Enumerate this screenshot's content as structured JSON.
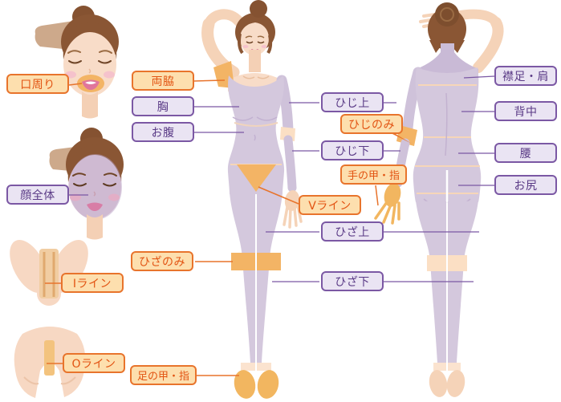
{
  "diagram": {
    "name": "body-hair-removal-areas-diagram",
    "figures": [
      "face-front-mouth-illustration",
      "face-front-whole-illustration",
      "i-line-illustration",
      "o-line-illustration",
      "body-front-illustration",
      "body-back-illustration"
    ]
  },
  "colors": {
    "label_orange_border": "#e8742c",
    "label_orange_fill": "#fddfae",
    "label_orange_text": "#e25312",
    "label_purple_border": "#7b58a4",
    "label_purple_fill": "#eae4f3",
    "label_purple_text": "#5a3a86",
    "skin": "#f8dcc8",
    "body_purple": "#d4c8dd",
    "highlight_orange": "#f3b465",
    "hair_brown": "#8a5634"
  },
  "labels": {
    "mouth_area": {
      "text": "口周り",
      "style": "orange"
    },
    "whole_face": {
      "text": "顔全体",
      "style": "purple"
    },
    "i_line": {
      "text": "Iライン",
      "style": "orange"
    },
    "o_line": {
      "text": "Oライン",
      "style": "orange"
    },
    "both_armpits": {
      "text": "両脇",
      "style": "orange"
    },
    "chest": {
      "text": "胸",
      "style": "purple"
    },
    "belly": {
      "text": "お腹",
      "style": "purple"
    },
    "above_elbow": {
      "text": "ひじ上",
      "style": "purple"
    },
    "elbow_only": {
      "text": "ひじのみ",
      "style": "orange"
    },
    "below_elbow": {
      "text": "ひじ下",
      "style": "purple"
    },
    "hand_fingers": {
      "text": "手の甲・指",
      "style": "orange"
    },
    "v_line": {
      "text": "Vライン",
      "style": "orange"
    },
    "above_knee": {
      "text": "ひざ上",
      "style": "purple"
    },
    "knee_only": {
      "text": "ひざのみ",
      "style": "orange"
    },
    "below_knee": {
      "text": "ひざ下",
      "style": "purple"
    },
    "foot_toes": {
      "text": "足の甲・指",
      "style": "orange"
    },
    "nape_shoulders": {
      "text": "襟足・肩",
      "style": "purple"
    },
    "back": {
      "text": "背中",
      "style": "purple"
    },
    "waist": {
      "text": "腰",
      "style": "purple"
    },
    "buttocks": {
      "text": "お尻",
      "style": "purple"
    }
  }
}
